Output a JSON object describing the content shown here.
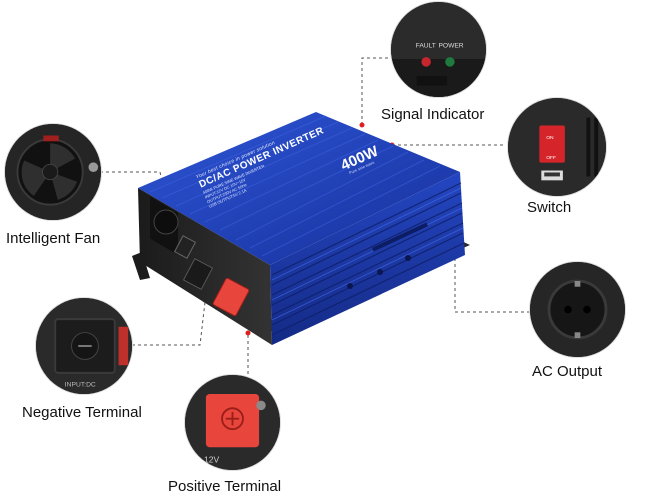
{
  "product": {
    "title_text": "DC/AC POWER INVERTER",
    "power_rating": "400W",
    "power_subtext": "Pure sine wave",
    "tagline": "Your best choice in power solution",
    "specs": [
      "400W PURE SINE WAVE INVERTER",
      "INPUT:12V DC 10V~15V",
      "OUTPUT:230V AC 50Hz",
      "USB OUTPUT:5V 2.1A"
    ],
    "body_color": "#1f3fb5"
  },
  "callouts": {
    "signal_indicator": "Signal Indicator",
    "switch": "Switch",
    "ac_output": "AC Output",
    "intelligent_fan": "Intelligent Fan",
    "negative_terminal": "Negative Terminal",
    "positive_terminal": "Positive Terminal"
  },
  "panel_text": {
    "fault": "FAULT",
    "power": "POWER",
    "on": "ON",
    "off": "OFF",
    "input_dc": "INPUT:DC",
    "twelve_v": "12V"
  },
  "colors": {
    "accent_red": "#e02020",
    "leader_line": "#555555",
    "terminal_red": "#e8463c"
  },
  "icons": [
    "fan-icon",
    "led-indicator-icon",
    "rocker-switch-icon",
    "ac-socket-icon",
    "terminal-icon"
  ]
}
